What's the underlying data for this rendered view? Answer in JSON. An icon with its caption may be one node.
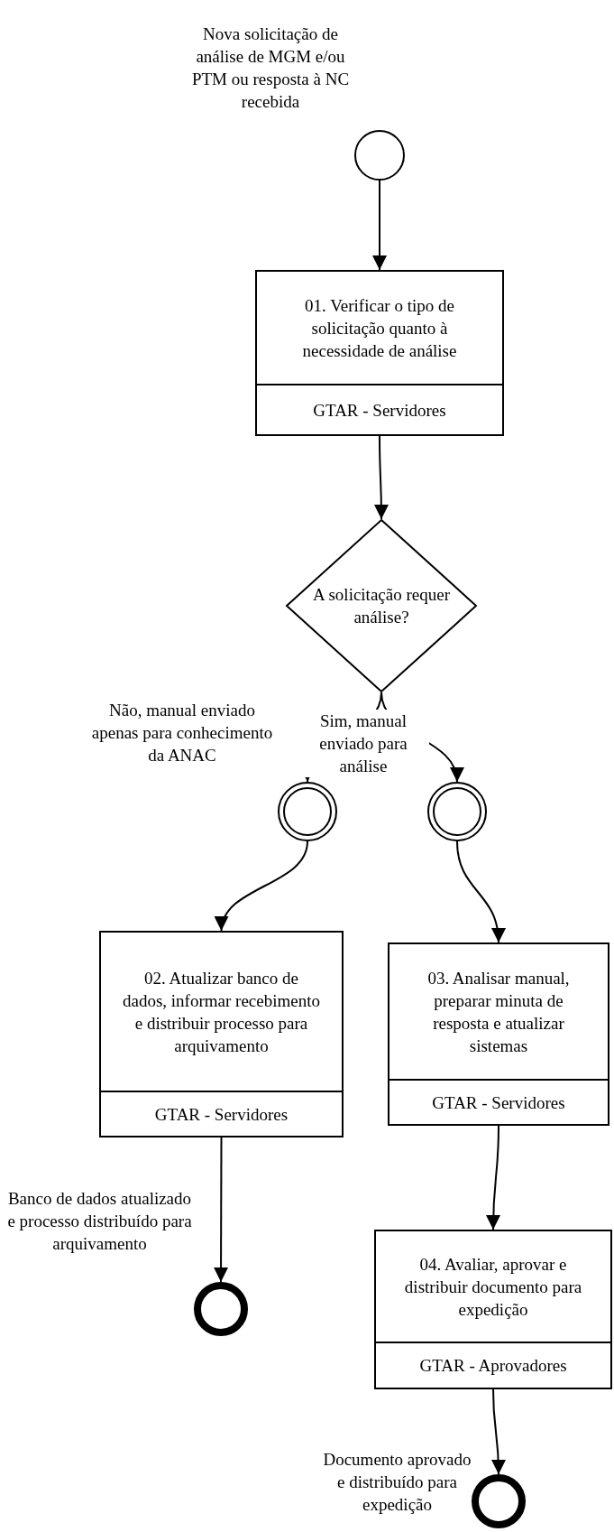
{
  "diagram": {
    "nodes": [
      {
        "text": [],
        "shape": "circle",
        "beside": [
          "Nova solicitação de análise de MGM e/ou PTM ou resposta à NC recebida"
        ]
      },
      {
        "text": [
          "01. Verificar o tipo de solicitação quanto à necessidade de análise",
          "GTAR - Servidores"
        ]
      },
      {
        "text": [
          "A solicitação requer análise?"
        ]
      },
      {
        "text": [],
        "shape": "circle"
      },
      {
        "text": [],
        "shape": "circle"
      },
      {
        "text": [
          "02. Atualizar banco de dados, informar recebimento e distribuir processo para arquivamento",
          "GTAR - Servidores"
        ]
      },
      {
        "text": [
          "03. Analisar manual, preparar minuta de resposta e atualizar sistemas",
          "GTAR - Servidores"
        ]
      },
      {
        "text": [],
        "shape": "circle",
        "beside": [
          "Banco de dados atualizado e processo distribuído para arquivamento"
        ]
      },
      {
        "text": [
          "04. Avaliar, aprovar e distribuir documento para expedição",
          "GTAR - Aprovadores"
        ]
      },
      {
        "text": [],
        "shape": "circle",
        "beside": [
          "Documento aprovado e distribuído para expedição"
        ]
      }
    ],
    "edges": [
      {
        "from": 0,
        "to": 1,
        "arrow": "to"
      },
      {
        "from": 1,
        "to": 2,
        "arrow": "to"
      },
      {
        "from": 2,
        "to": 3,
        "arrow": "to",
        "label": "Não, manual enviado apenas para conhecimento da ANAC"
      },
      {
        "from": 2,
        "to": 4,
        "arrow": "to",
        "label": "Sim, manual enviado para análise"
      },
      {
        "from": 3,
        "to": 5,
        "arrow": "to"
      },
      {
        "from": 4,
        "to": 6,
        "arrow": "to"
      },
      {
        "from": 5,
        "to": 7,
        "arrow": "to"
      },
      {
        "from": 6,
        "to": 8,
        "arrow": "to"
      },
      {
        "from": 8,
        "to": 9,
        "arrow": "to"
      }
    ]
  }
}
